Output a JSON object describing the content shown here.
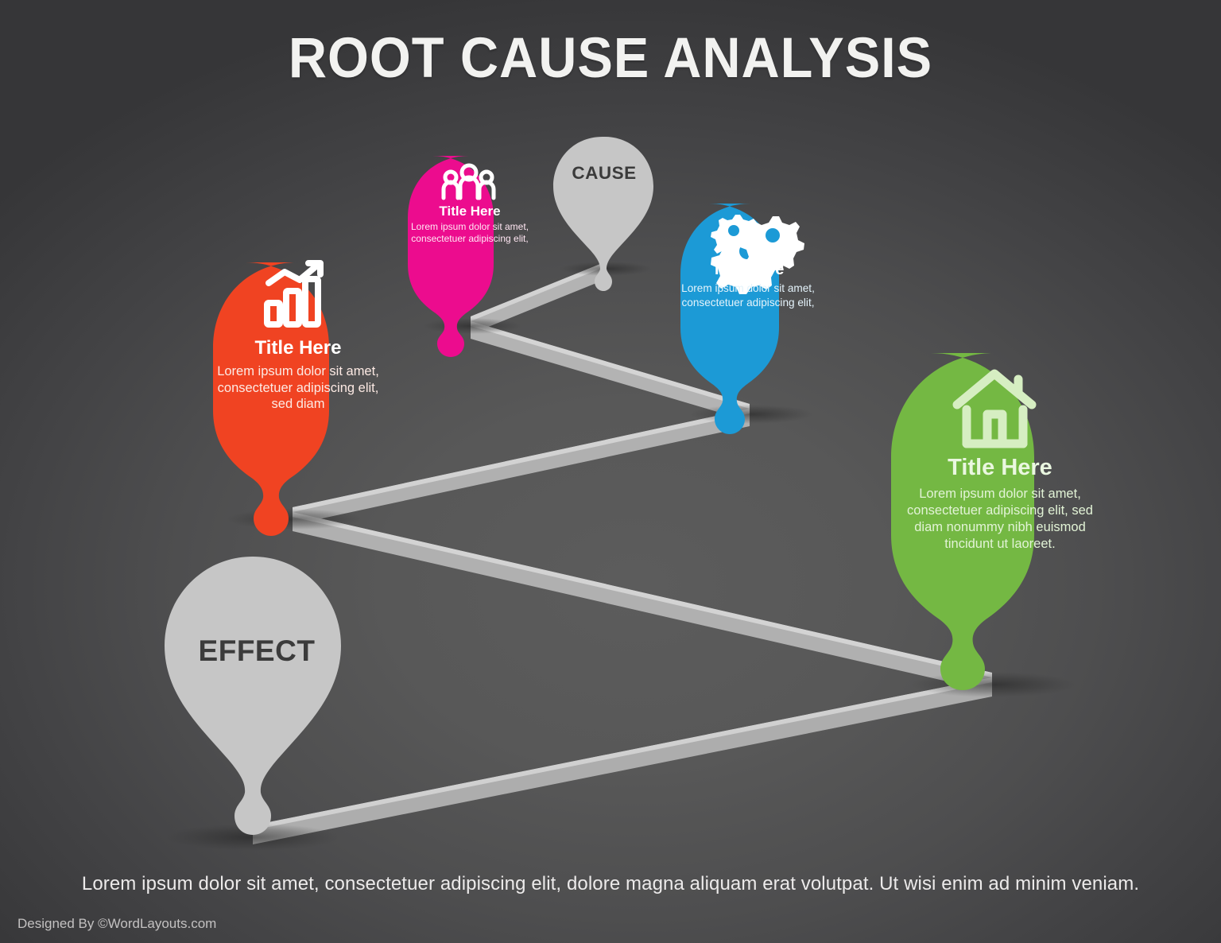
{
  "header": {
    "title": "ROOT CAUSE ANALYSIS"
  },
  "endpoints": {
    "cause_label": "CAUSE",
    "effect_label": "EFFECT"
  },
  "nodes": [
    {
      "id": "red",
      "icon": "bar-chart-growth-icon",
      "color": "#F04322",
      "title": "Title Here",
      "body": "Lorem ipsum dolor sit amet, consectetuer adipiscing elit, sed diam"
    },
    {
      "id": "pink",
      "icon": "people-group-icon",
      "color": "#EC0C8E",
      "title": "Title Here",
      "body": "Lorem ipsum dolor sit amet, consectetuer adipiscing elit,"
    },
    {
      "id": "blue",
      "icon": "gears-icon",
      "color": "#1C9AD6",
      "title": "Title Here",
      "body": "Lorem ipsum dolor sit amet, consectetuer adipiscing elit,"
    },
    {
      "id": "green",
      "icon": "home-icon",
      "color": "#74B843",
      "title": "Title Here",
      "body": "Lorem ipsum dolor sit amet, consectetuer adipiscing elit, sed diam nonummy nibh euismod tincidunt ut laoreet."
    }
  ],
  "footer": {
    "text": "Lorem ipsum dolor sit amet, consectetuer adipiscing elit, dolore magna aliquam erat volutpat. Ut wisi enim ad minim veniam.",
    "credit": "Designed By ©WordLayouts.com"
  },
  "colors": {
    "background_center": "#5c5c5c",
    "background_edge": "#383839",
    "path_ribbon": "#b9b9b9",
    "path_ribbon_highlight": "#d5d5d5",
    "neutral_pin": "#c6c6c6",
    "title_text": "#F2F2F0"
  }
}
